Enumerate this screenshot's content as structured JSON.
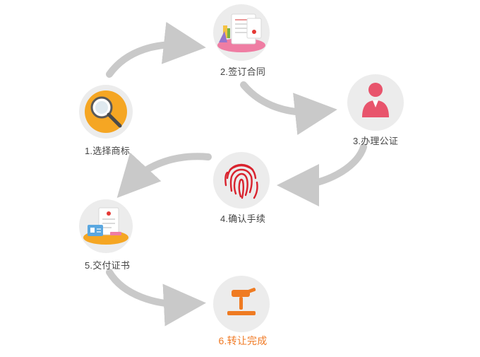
{
  "steps": [
    {
      "id": "select-trademark",
      "label": "1.选择商标",
      "icon": "magnifier-icon"
    },
    {
      "id": "sign-contract",
      "label": "2.签订合同",
      "icon": "contract-documents-icon"
    },
    {
      "id": "notarization",
      "label": "3.办理公证",
      "icon": "notary-person-icon"
    },
    {
      "id": "confirm-procedures",
      "label": "4.确认手续",
      "icon": "fingerprint-icon"
    },
    {
      "id": "deliver-certificate",
      "label": "5.交付证书",
      "icon": "certificate-icon"
    },
    {
      "id": "transfer-complete",
      "label": "6.转让完成",
      "icon": "gavel-icon"
    }
  ],
  "colors": {
    "arrow": "#c9c9c9",
    "circle_bg": "#ececec",
    "circle_ring": "#f5f5f5",
    "accent_orange": "#f5a623",
    "highlight_text": "#f07a24",
    "person_pink": "#e8546c",
    "fingerprint_red": "#d9232e",
    "gavel_orange": "#ef7b22"
  }
}
